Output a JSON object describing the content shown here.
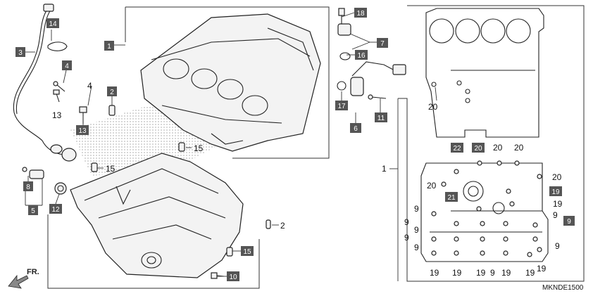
{
  "diagram_code": "MKNDE1500",
  "direction_label": "FR.",
  "callouts": {
    "c1_upper": "1",
    "c1_lower": "1",
    "c2_boxed": "2",
    "c2_plain": "2",
    "c3": "3",
    "c4_boxed": "4",
    "c4_plain": "4",
    "c5": "5",
    "c6": "6",
    "c7": "7",
    "c8": "8",
    "c10": "10",
    "c11": "11",
    "c12": "12",
    "c13_plain": "13",
    "c13_boxed": "13",
    "c14": "14",
    "c15_a": "15",
    "c15_b": "15",
    "c15_c": "15",
    "c16": "16",
    "c17": "17",
    "c18": "18"
  },
  "upper_case_labels": {
    "l20_top": "20"
  },
  "lower_case_labels": {
    "b22": "22",
    "b20": "20",
    "t20_a": "20",
    "t20_b": "20",
    "r20": "20",
    "l20": "20",
    "b21": "21",
    "b19": "19",
    "r19": "19",
    "r9_a": "9",
    "b9": "9",
    "r9_b": "9",
    "l9_a": "9",
    "l9_b": "9",
    "l9_c": "9",
    "l9_d": "9",
    "l9_e": "9",
    "bot19_a": "19",
    "bot19_b": "19",
    "bot19_c": "19",
    "bot9": "9",
    "bot19_d": "19",
    "bot19_e": "19",
    "bot19_f": "19"
  },
  "colors": {
    "callout_box": "#555555",
    "line": "#222222"
  }
}
